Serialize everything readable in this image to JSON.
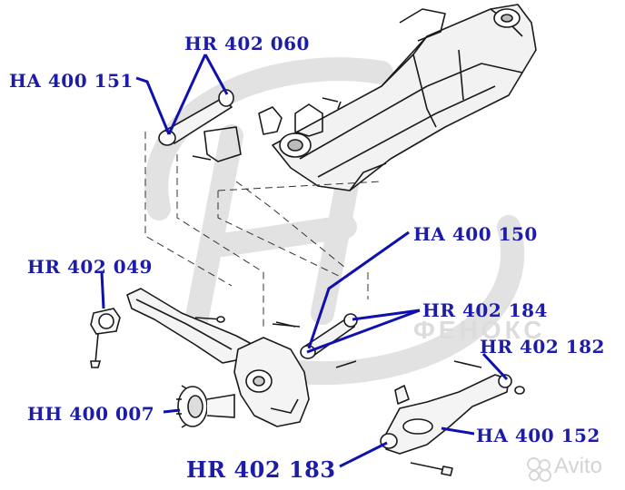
{
  "labels": {
    "ha400151": "HA 400 151",
    "hr402060": "HR 402 060",
    "ha400150": "HA 400 150",
    "hr402049": "HR 402 049",
    "hr402184": "HR 402 184",
    "hr402182": "HR 402 182",
    "hh400007": "HH 400 007",
    "ha400152": "HA 400 152",
    "hr402183": "HR 402 183"
  },
  "watermark": {
    "brand": "Avito",
    "mid_text": "ФЕНОКС"
  },
  "colors": {
    "label": "#1c1ca8",
    "leader": "#1010b0",
    "drawing": "#1a1a1a",
    "watermark": "#dcdcdc"
  }
}
